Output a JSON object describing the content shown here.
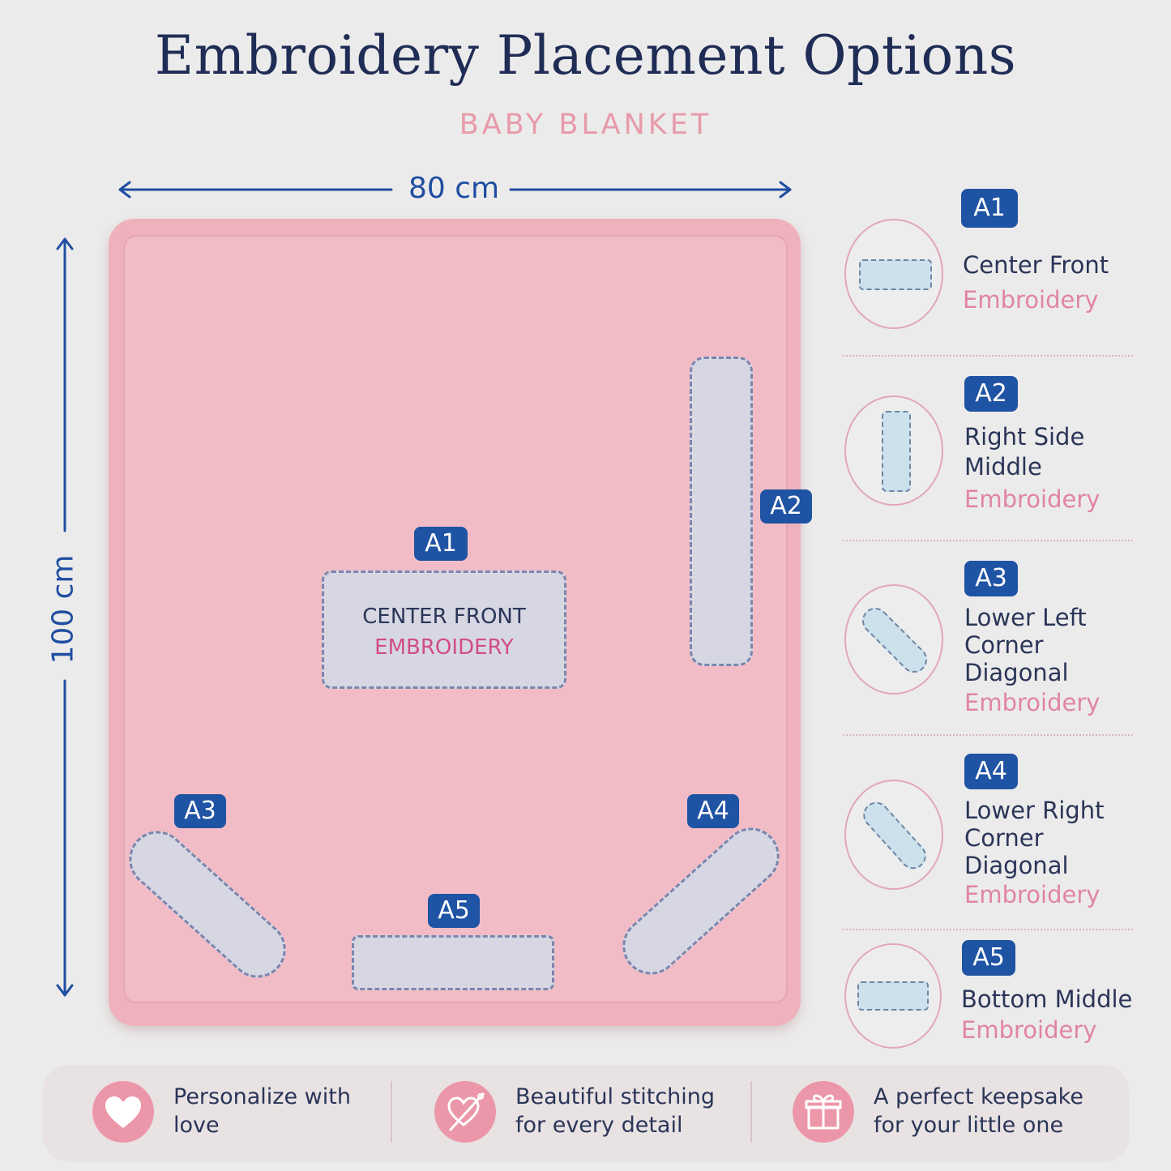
{
  "title": "Embroidery Placement Options",
  "subtitle": "BABY BLANKET",
  "dimensions": {
    "width": "80 cm",
    "height": "100 cm"
  },
  "colors": {
    "navy": "#1f2c55",
    "badge_blue": "#1f53a3",
    "blanket_pink": "#efb1bc",
    "accent_pink": "#d14c88"
  },
  "blanket": {
    "a1": {
      "badge": "A1",
      "line1": "CENTER FRONT",
      "line2": "EMBROIDERY"
    },
    "a2": {
      "badge": "A2"
    },
    "a3": {
      "badge": "A3"
    },
    "a4": {
      "badge": "A4"
    },
    "a5": {
      "badge": "A5"
    }
  },
  "options": [
    {
      "badge": "A1",
      "title_lines": [
        "Center Front"
      ],
      "sub": "Embroidery"
    },
    {
      "badge": "A2",
      "title_lines": [
        "Right Side",
        "Middle"
      ],
      "sub": "Embroidery"
    },
    {
      "badge": "A3",
      "title_lines": [
        "Lower Left",
        "Corner",
        "Diagonal"
      ],
      "sub": "Embroidery"
    },
    {
      "badge": "A4",
      "title_lines": [
        "Lower Right",
        "Corner",
        "Diagonal"
      ],
      "sub": "Embroidery"
    },
    {
      "badge": "A5",
      "title_lines": [
        "Bottom Middle"
      ],
      "sub": "Embroidery"
    }
  ],
  "footer": [
    {
      "icon": "heart-icon",
      "line1": "Personalize with",
      "line2": "love"
    },
    {
      "icon": "needle-heart-icon",
      "line1": "Beautiful stitching",
      "line2": "for every detail"
    },
    {
      "icon": "gift-icon",
      "line1": "A perfect keepsake",
      "line2": "for your little one"
    }
  ]
}
